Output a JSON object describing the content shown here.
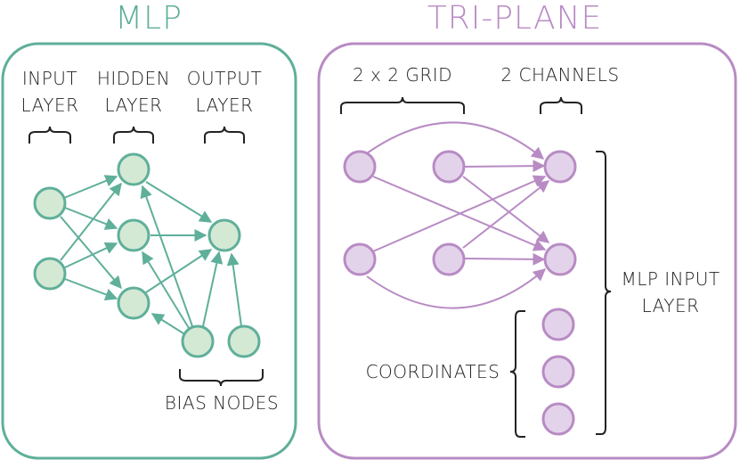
{
  "mlp": {
    "title": "MLP",
    "color": "#5FAF9A",
    "fill": "#D4E9D4",
    "input_label_1": "INPUT",
    "input_label_2": "LAYER",
    "hidden_label_1": "HIDDEN",
    "hidden_label_2": "LAYER",
    "output_label_1": "OUTPUT",
    "output_label_2": "LAYER",
    "bias_label": "BIAS NODES"
  },
  "triplane": {
    "title": "TRI-PLANE",
    "color": "#B88BC4",
    "fill": "#E3D3EA",
    "grid_label": "2 x 2 GRID",
    "channels_label": "2 CHANNELS",
    "mlp_input_label_1": "MLP INPUT",
    "mlp_input_label_2": "LAYER",
    "coordinates_label": "COORDINATES"
  }
}
